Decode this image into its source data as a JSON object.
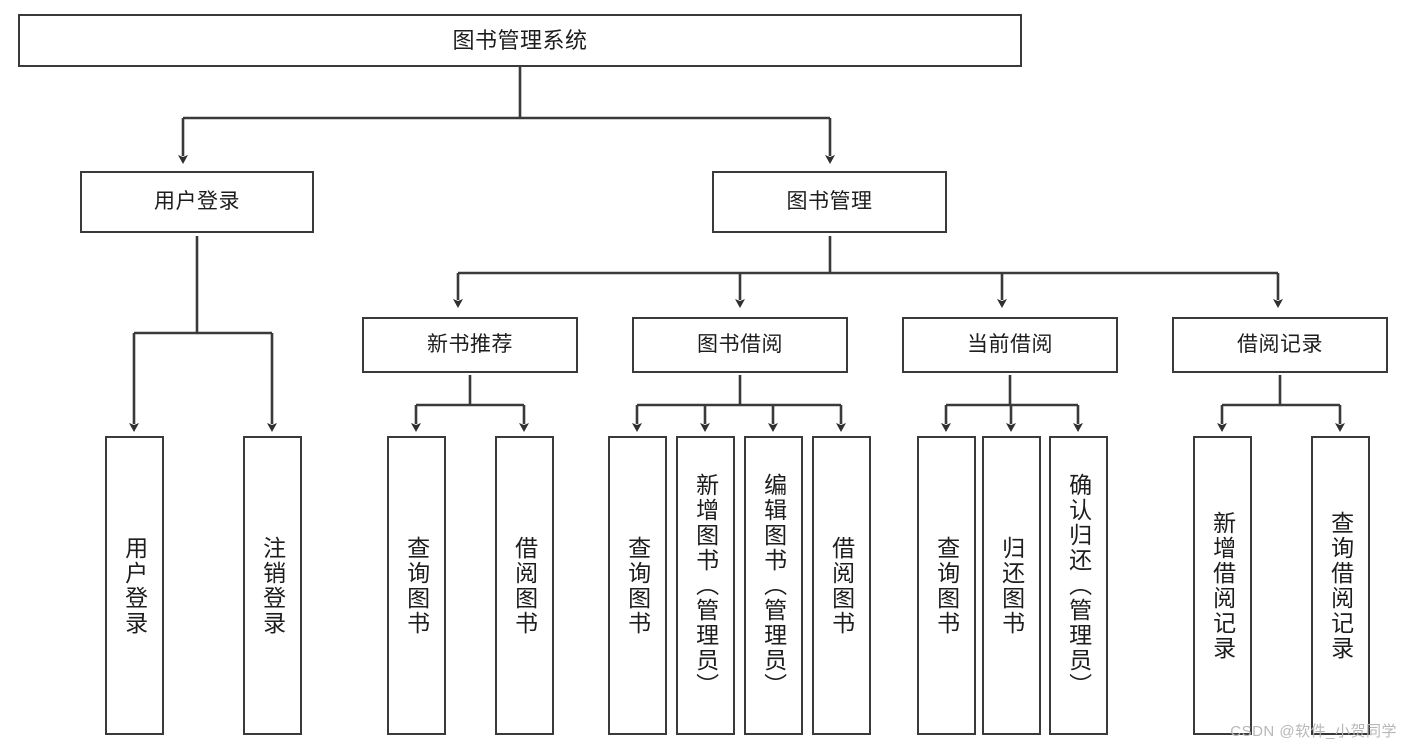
{
  "diagram": {
    "title": "图书管理系统",
    "type": "tree-hierarchy",
    "root": {
      "id": "root",
      "label": "图书管理系统"
    },
    "level2": [
      {
        "id": "user-login",
        "label": "用户登录"
      },
      {
        "id": "book-manage",
        "label": "图书管理"
      }
    ],
    "level3": [
      {
        "id": "new-book-rec",
        "label": "新书推荐"
      },
      {
        "id": "book-borrow",
        "label": "图书借阅"
      },
      {
        "id": "current-borrow",
        "label": "当前借阅"
      },
      {
        "id": "borrow-record",
        "label": "借阅记录"
      }
    ],
    "leaves": {
      "user_login": [
        {
          "id": "leaf-user-login",
          "label": "用户登录"
        },
        {
          "id": "leaf-logout-login",
          "label": "注销登录"
        }
      ],
      "new_book_rec": [
        {
          "id": "leaf-query-book-1",
          "label": "查询图书"
        },
        {
          "id": "leaf-borrow-book-1",
          "label": "借阅图书"
        }
      ],
      "book_borrow": [
        {
          "id": "leaf-query-book-2",
          "label": "查询图书"
        },
        {
          "id": "leaf-add-book",
          "label": "新增图书（管理员）"
        },
        {
          "id": "leaf-edit-book",
          "label": "编辑图书（管理员）"
        },
        {
          "id": "leaf-borrow-book-2",
          "label": "借阅图书"
        }
      ],
      "current_borrow": [
        {
          "id": "leaf-query-book-3",
          "label": "查询图书"
        },
        {
          "id": "leaf-return-book",
          "label": "归还图书"
        },
        {
          "id": "leaf-confirm-return",
          "label": "确认归还（管理员）"
        }
      ],
      "borrow_record": [
        {
          "id": "leaf-add-record",
          "label": "新增借阅记录"
        },
        {
          "id": "leaf-query-record",
          "label": "查询借阅记录"
        }
      ]
    }
  },
  "watermark": {
    "text": "CSDN @软件_小贺同学"
  },
  "colors": {
    "stroke": "#3a3a3a",
    "background": "#ffffff",
    "text": "#1d1d1d",
    "watermark": "#b7b7b7"
  }
}
